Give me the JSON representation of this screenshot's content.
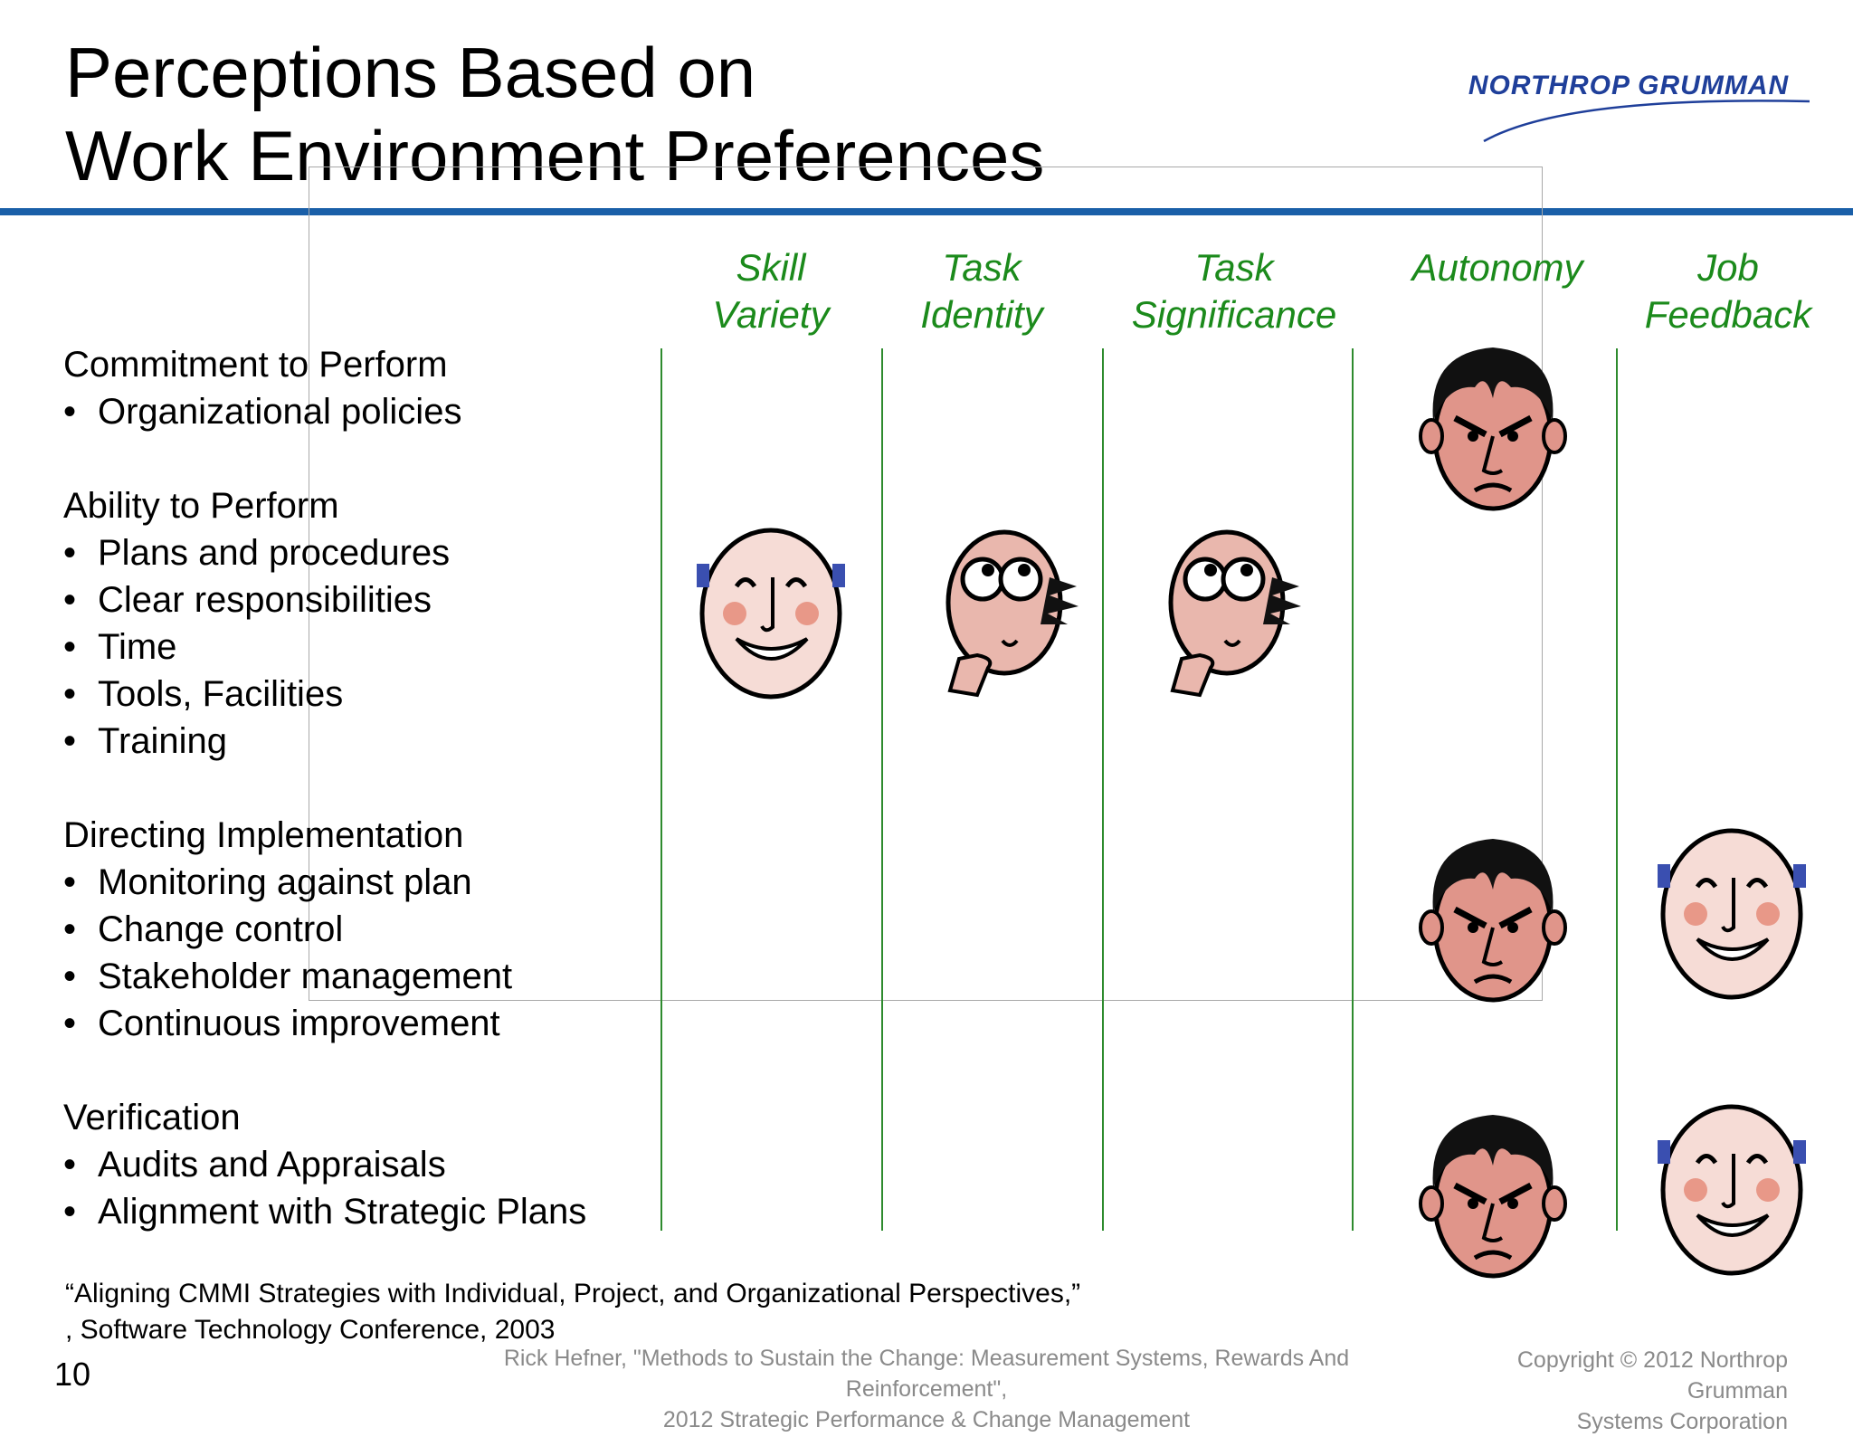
{
  "title": {
    "line1": "Perceptions Based on",
    "line2": "Work Environment Preferences"
  },
  "logo": {
    "text": "NORTHROP GRUMMAN",
    "color": "#1f3f9a"
  },
  "colors": {
    "accent_rule": "#1a5fa8",
    "column_header": "#1b8a1b",
    "footer_text": "#8a8a8a"
  },
  "columns": [
    {
      "line1": "Skill",
      "line2": "Variety"
    },
    {
      "line1": "Task",
      "line2": "Identity"
    },
    {
      "line1": "Task",
      "line2": "Significance"
    },
    {
      "line1": "Autonomy",
      "line2": ""
    },
    {
      "line1": "Job",
      "line2": "Feedback"
    }
  ],
  "sections": [
    {
      "heading": "Commitment to Perform",
      "items": [
        "Organizational policies"
      ]
    },
    {
      "heading": "Ability to Perform",
      "items": [
        "Plans and procedures",
        "Clear responsibilities",
        "Time",
        "Tools, Facilities",
        "Training"
      ]
    },
    {
      "heading": "Directing Implementation",
      "items": [
        "Monitoring against plan",
        "Change control",
        "Stakeholder management",
        "Continuous improvement"
      ]
    },
    {
      "heading": "Verification",
      "items": [
        "Audits and Appraisals",
        "Alignment with Strategic Plans"
      ]
    }
  ],
  "faces": [
    {
      "row": "Commitment to Perform",
      "column": "Autonomy",
      "icon": "angry-face-icon"
    },
    {
      "row": "Ability to Perform",
      "column": "Skill Variety",
      "icon": "happy-face-icon"
    },
    {
      "row": "Ability to Perform",
      "column": "Task Identity",
      "icon": "puzzled-face-icon"
    },
    {
      "row": "Ability to Perform",
      "column": "Task Significance",
      "icon": "puzzled-face-icon"
    },
    {
      "row": "Directing Implementation",
      "column": "Autonomy",
      "icon": "angry-face-icon"
    },
    {
      "row": "Directing Implementation",
      "column": "Job Feedback",
      "icon": "happy-face-icon"
    },
    {
      "row": "Verification",
      "column": "Autonomy",
      "icon": "angry-face-icon"
    },
    {
      "row": "Verification",
      "column": "Job Feedback",
      "icon": "happy-face-icon"
    }
  ],
  "citation": {
    "line1": "“Aligning CMMI Strategies with Individual, Project, and Organizational Perspectives,”",
    "line2": ", Software Technology Conference, 2003"
  },
  "footer": {
    "page_number": "10",
    "center_line1": "Rick Hefner, \"Methods to Sustain the Change: Measurement Systems, Rewards And Reinforcement\",",
    "center_line2": "2012 Strategic Performance & Change Management",
    "copyright_line1": "Copyright © 2012 Northrop Grumman",
    "copyright_line2": "Systems Corporation"
  }
}
